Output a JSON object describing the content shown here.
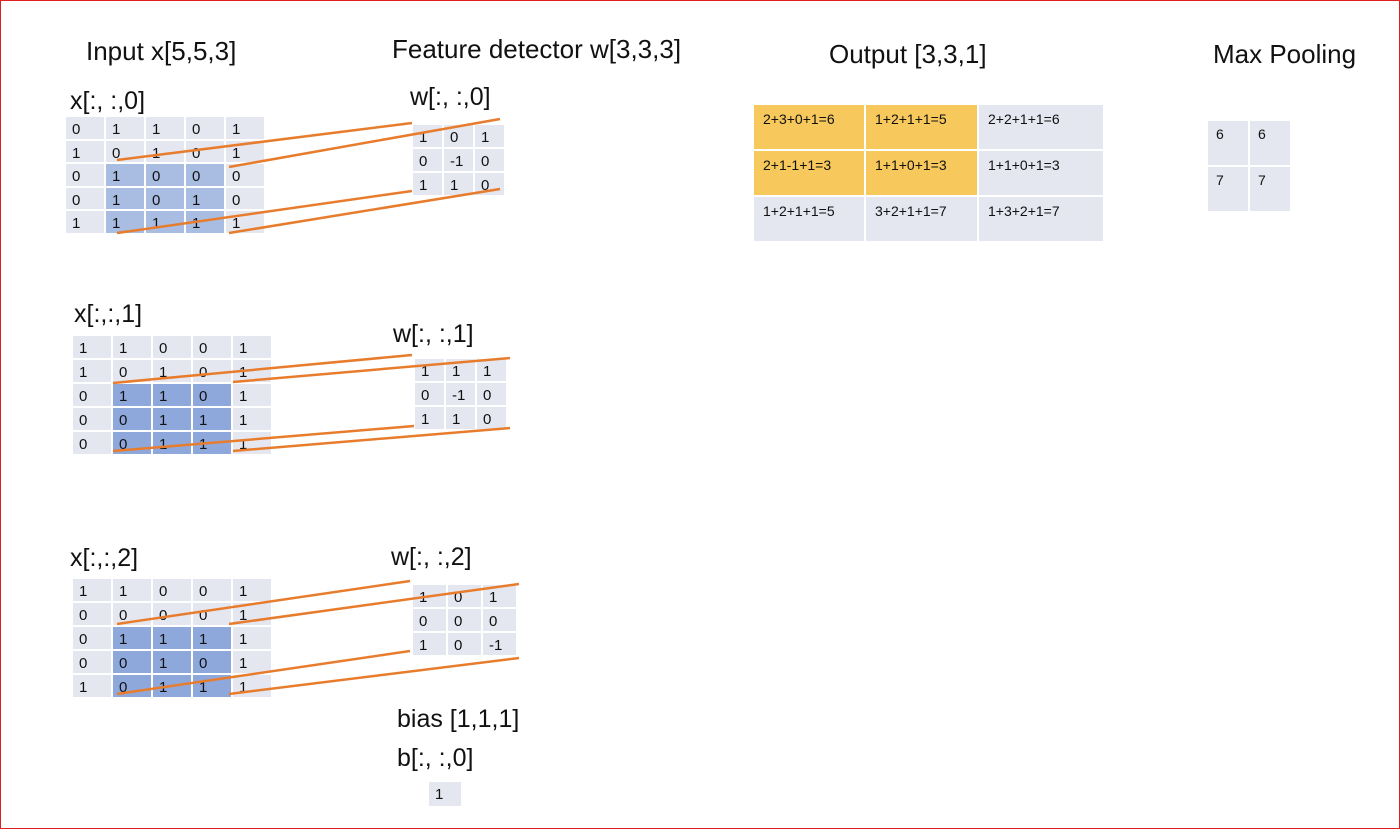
{
  "titles": {
    "input": "Input  x[5,5,3]",
    "feature": "Feature detector w[3,3,3]",
    "output": "Output [3,3,1]",
    "pool": "Max Pooling"
  },
  "inputs": [
    {
      "label": "x[:, :,0]",
      "values": [
        [
          "0",
          "1",
          "1",
          "0",
          "1"
        ],
        [
          "1",
          "0",
          "1",
          "0",
          "1"
        ],
        [
          "0",
          "1",
          "0",
          "0",
          "0"
        ],
        [
          "0",
          "1",
          "0",
          "1",
          "0"
        ],
        [
          "1",
          "1",
          "1",
          "1",
          "1"
        ]
      ]
    },
    {
      "label": "x[:,:,1]",
      "values": [
        [
          "1",
          "1",
          "0",
          "0",
          "1"
        ],
        [
          "1",
          "0",
          "1",
          "0",
          "1"
        ],
        [
          "0",
          "1",
          "1",
          "0",
          "1"
        ],
        [
          "0",
          "0",
          "1",
          "1",
          "1"
        ],
        [
          "0",
          "0",
          "1",
          "1",
          "1"
        ]
      ]
    },
    {
      "label": "x[:,:,2]",
      "values": [
        [
          "1",
          "1",
          "0",
          "0",
          "1"
        ],
        [
          "0",
          "0",
          "0",
          "0",
          "1"
        ],
        [
          "0",
          "1",
          "1",
          "1",
          "1"
        ],
        [
          "0",
          "0",
          "1",
          "0",
          "1"
        ],
        [
          "1",
          "0",
          "1",
          "1",
          "1"
        ]
      ]
    }
  ],
  "filters": [
    {
      "label": "w[:, :,0]",
      "values": [
        [
          "1",
          "0",
          "1"
        ],
        [
          "0",
          "-1",
          "0"
        ],
        [
          "1",
          "1",
          "0"
        ]
      ]
    },
    {
      "label": "w[:, :,1]",
      "values": [
        [
          "1",
          "1",
          "1"
        ],
        [
          "0",
          "-1",
          "0"
        ],
        [
          "1",
          "1",
          "0"
        ]
      ]
    },
    {
      "label": "w[:, :,2]",
      "values": [
        [
          "1",
          "0",
          "1"
        ],
        [
          "0",
          "0",
          "0"
        ],
        [
          "1",
          "0",
          "-1"
        ]
      ]
    }
  ],
  "bias": {
    "title": "bias [1,1,1]",
    "label": "b[:, :,0]",
    "value": "1"
  },
  "output": {
    "values": [
      [
        "2+3+0+1=6",
        "1+2+1+1=5",
        "2+2+1+1=6"
      ],
      [
        "2+1-1+1=3",
        "1+1+0+1=3",
        "1+1+0+1=3"
      ],
      [
        "1+2+1+1=5",
        "3+2+1+1=7",
        "1+3+2+1=7"
      ]
    ],
    "highlight_color": "#f7c95c"
  },
  "pooling": {
    "values": [
      [
        "6",
        "6"
      ],
      [
        "7",
        "7"
      ]
    ]
  },
  "colors": {
    "line": "#e87c2d",
    "cell": "#e5e7f0",
    "highlight": "#a9bde3",
    "frame": "#e02020"
  }
}
